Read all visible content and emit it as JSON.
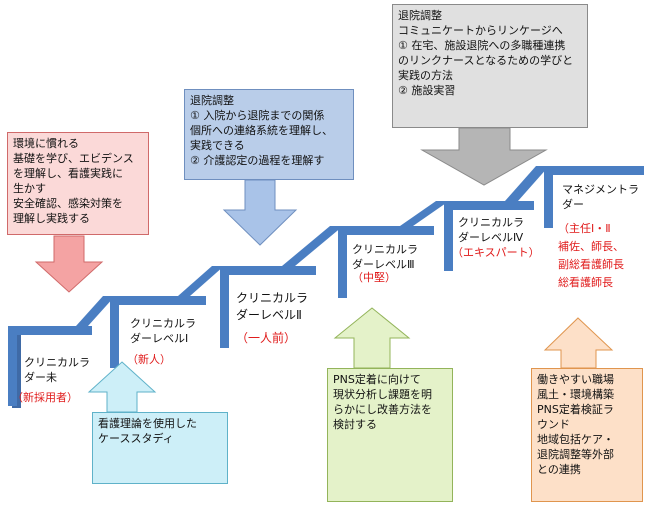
{
  "colors": {
    "stair_blue": "#4a7ec2",
    "level_text": "#111111",
    "level_sub": "#e01a1a",
    "box_pink_fill": "#fbd9d8",
    "box_pink_border": "#d06a6a",
    "box_blue_fill": "#b9cde9",
    "box_blue_border": "#6f8fbf",
    "box_gray_fill": "#e0e0e0",
    "box_gray_border": "#8a8a8a",
    "box_cyan_fill": "#cdeff8",
    "box_cyan_border": "#5fb2c9",
    "box_green_fill": "#e4f2c9",
    "box_green_border": "#93b45a",
    "box_orange_fill": "#fde0c8",
    "box_orange_border": "#e0954e"
  },
  "levels": [
    {
      "label": "クリニカルラ\nダー未",
      "sub": "（新採用者）"
    },
    {
      "label": "クリニカルラ\nダーレベルⅠ",
      "sub": "（新人）"
    },
    {
      "label": "クリニカルラ\nダーレベルⅡ",
      "sub": "（一人前）"
    },
    {
      "label": "クリニカルラ\nダーレベルⅢ",
      "sub": "（中堅）"
    },
    {
      "label": "クリニカルラ\nダーレベルⅣ",
      "sub": "（エキスパート）"
    },
    {
      "label": "マネジメントラ\nダー",
      "sub": "（主任Ⅰ・Ⅱ\n補佐、師長、\n副総看護師長\n総看護師長"
    }
  ],
  "callouts": {
    "pink": "環境に慣れる\n基礎を学び、エビデンス\nを理解し、看護実践に\n生かす\n安全確認、感染対策を\n理解し実践する",
    "blue": "退院調整\n① 入院から退院までの関係\n個所への連絡系統を理解し、\n実践できる\n② 介護認定の過程を理解す",
    "gray": "退院調整\nコミュニケートからリンケージへ\n① 在宅、施設退院への多職種連携\nのリンクナースとなるための学びと\n実践の方法\n② 施設実習",
    "cyan": "看護理論を使用した\nケーススタディ",
    "green": "PNS定着に向けて\n現状分析し課題を明\nらかにし改善方法を\n検討する",
    "orange": "働きやすい職場\n風土・環境構築\nPNS定着検証ラ\nウンド\n地域包括ケア・\n退院調整等外部\nとの連携"
  }
}
